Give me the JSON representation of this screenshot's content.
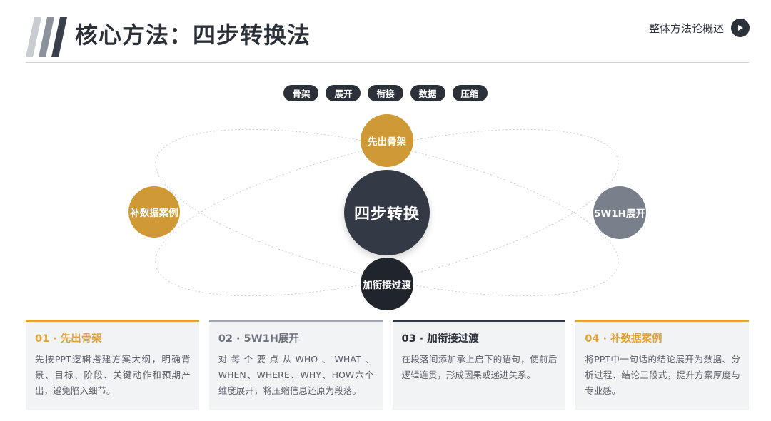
{
  "header": {
    "title": "核心方法：四步转换法",
    "overview_label": "整体方法论概述"
  },
  "pills": [
    "骨架",
    "展开",
    "衔接",
    "数据",
    "压缩"
  ],
  "diagram": {
    "center": "四步转换",
    "top": "先出骨架",
    "left": "补数据案例",
    "right": "5W1H展开",
    "bottom": "加衔接过渡"
  },
  "cards": [
    {
      "title": "01 · 先出骨架",
      "text": "先按PPT逻辑搭建方案大纲，明确背景、目标、阶段、关键动作和预期产出，避免陷入细节。"
    },
    {
      "title": "02 · 5W1H展开",
      "text": "对每个要点从WHO、WHAT、WHEN、WHERE、WHY、HOW六个维度展开，将压缩信息还原为段落。"
    },
    {
      "title": "03 · 加衔接过渡",
      "text": "在段落间添加承上启下的语句，使前后逻辑连贯，形成因果或递进关系。"
    },
    {
      "title": "04 · 补数据案例",
      "text": "将PPT中一句话的结论展开为数据、分析过程、结论三段式，提升方案厚度与专业感。"
    }
  ],
  "colors": {
    "dark": "#2b3039",
    "gold": "#cf9a35",
    "gray": "#7a808b",
    "black": "#20242b"
  }
}
